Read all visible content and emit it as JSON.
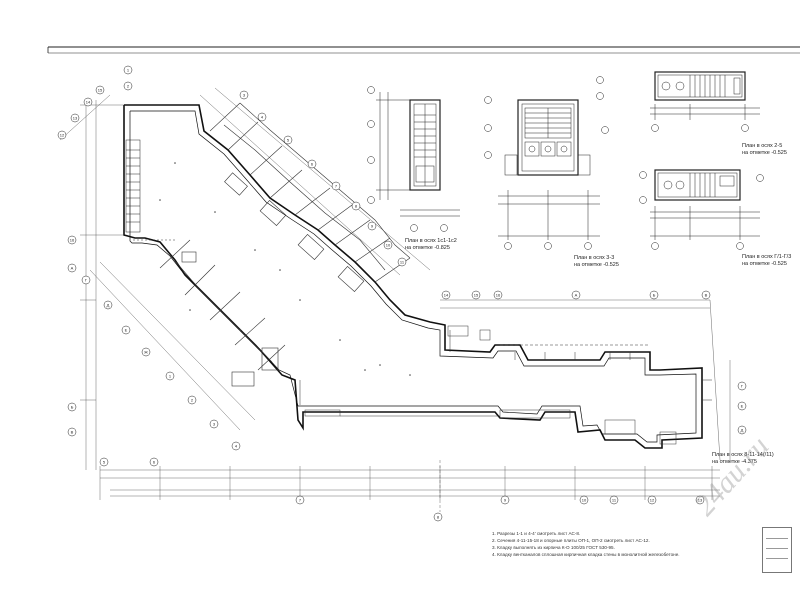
{
  "sheet": {
    "captions": {
      "plan_1": {
        "line1": "План в осях 1с1-1с2",
        "line2": "на отметке -0.825"
      },
      "plan_2": {
        "line1": "План в осях 3-3",
        "line2": "на отметке -0.525"
      },
      "plan_3": {
        "line1": "План в осях 2-5",
        "line2": "на отметке -0.525"
      },
      "plan_4": {
        "line1": "План в осях Г/1-Г/3",
        "line2": "на отметке -0.525"
      },
      "plan_5": {
        "line1": "План в осях 8-11-14(/11)",
        "line2": "на отметке -4.375"
      }
    },
    "notes": [
      "1. Разрезы 1-1 и 4-4' смотреть лист АС-8.",
      "2. Сечения 4-11-15-18 и опорные плиты ОП-1, ОП-2 смотреть лист АС-12.",
      "3. Кладку выполнять из кирпича К-О 100/25 ГОСТ 530-95.",
      "4. Кладку вентканалов сплошная кирпичная кладка стены в монолитной железобетоне."
    ],
    "axis_labels": [
      "1",
      "2",
      "3",
      "4",
      "5",
      "6",
      "7",
      "8",
      "9",
      "10",
      "11",
      "12",
      "13",
      "14",
      "15",
      "16",
      "А",
      "Б",
      "В",
      "Г",
      "Д",
      "Е",
      "Ж"
    ],
    "watermark": "24au.ru"
  }
}
